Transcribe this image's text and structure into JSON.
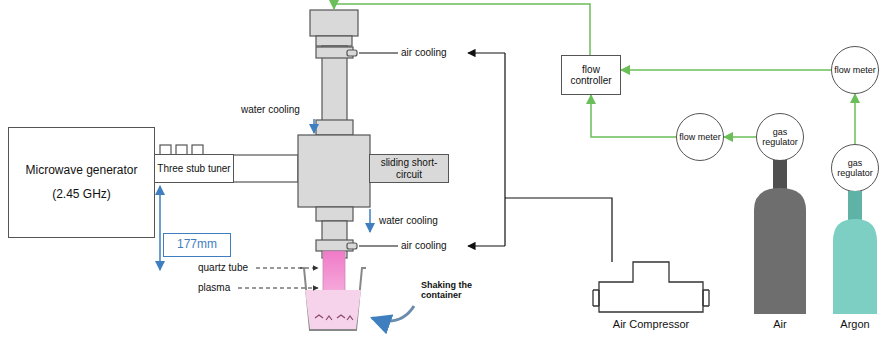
{
  "diagram": {
    "nodes": [
      {
        "text": [
          "Microwave generator",
          "(2.45 GHz)"
        ]
      },
      {
        "text": [
          "Three stub tuner"
        ]
      },
      {
        "text": [
          "sliding short-circuit"
        ]
      },
      {
        "text": [
          "flow controller"
        ]
      },
      {
        "text": [
          "flow meter"
        ]
      },
      {
        "text": [
          "flow meter"
        ]
      },
      {
        "text": [
          "gas regulator"
        ]
      },
      {
        "text": [
          "gas regulator"
        ]
      },
      {
        "text": [
          "Air Compressor"
        ]
      },
      {
        "text": [
          "Air"
        ]
      },
      {
        "text": [
          "Argon"
        ]
      }
    ],
    "edges": [
      {
        "from": 6,
        "to": 5,
        "arrow": "to"
      },
      {
        "from": 5,
        "to": 3,
        "arrow": "to"
      },
      {
        "from": 7,
        "to": 4,
        "arrow": "to"
      },
      {
        "from": 4,
        "to": 3,
        "arrow": "to"
      }
    ],
    "labels": [
      "177mm",
      "water cooling",
      "water cooling",
      "air cooling",
      "air cooling",
      "quartz tube",
      "plasma",
      "Shaking the container"
    ]
  }
}
